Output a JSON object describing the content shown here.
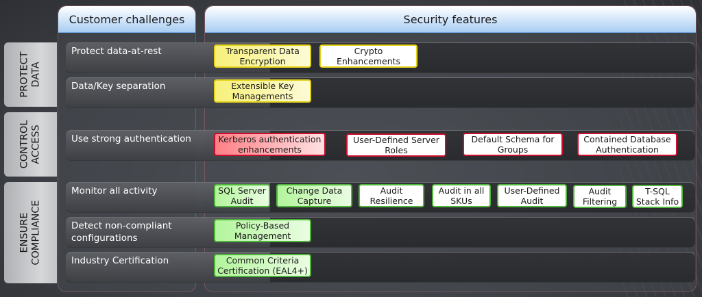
{
  "headers": {
    "left": "Customer challenges",
    "right": "Security features"
  },
  "categories": [
    {
      "label": "PROTECT\nDATA"
    },
    {
      "label": "CONTROL\nACCESS"
    },
    {
      "label": "ENSURE\nCOMPLIANCE"
    }
  ],
  "rows": [
    {
      "challenge": "Protect data-at-rest",
      "features": [
        {
          "label": "Transparent Data\nEncryption",
          "style": "yellow-filled"
        },
        {
          "label": "Crypto\nEnhancements",
          "style": "yellow-outline"
        }
      ]
    },
    {
      "challenge": "Data/Key separation",
      "features": [
        {
          "label": "Extensible Key\nManagements",
          "style": "yellow-filled"
        }
      ]
    },
    {
      "challenge": "Use strong authentication",
      "features": [
        {
          "label": "Kerberos authentication\nenhancements",
          "style": "red-filled"
        },
        {
          "label": "User-Defined Server\nRoles",
          "style": "red-outline"
        },
        {
          "label": "Default Schema for\nGroups",
          "style": "red-outline"
        },
        {
          "label": "Contained Database\nAuthentication",
          "style": "red-outline"
        }
      ]
    },
    {
      "challenge": "Monitor all activity",
      "features": [
        {
          "label": "SQL Server\nAudit",
          "style": "green-filled"
        },
        {
          "label": "Change Data\nCapture",
          "style": "green-filled"
        },
        {
          "label": "Audit\nResilience",
          "style": "green-outline"
        },
        {
          "label": "Audit in all\nSKUs",
          "style": "green-outline"
        },
        {
          "label": "User-Defined\nAudit",
          "style": "green-outline"
        },
        {
          "label": "Audit\nFiltering",
          "style": "green-outline"
        },
        {
          "label": "T-SQL\nStack Info",
          "style": "green-outline"
        }
      ]
    },
    {
      "challenge": "Detect non-compliant\nconfigurations",
      "features": [
        {
          "label": "Policy-Based\nManagement",
          "style": "green-filled"
        }
      ]
    },
    {
      "challenge": "Industry Certification",
      "features": [
        {
          "label": "Common Criteria\nCertification (EAL4+)",
          "style": "green-filled"
        }
      ]
    }
  ],
  "colors": {
    "header_blue": "#a8cdf2",
    "protect_yellow": "#e3d31a",
    "access_red": "#c8102e",
    "compliance_green": "#4fb53a"
  }
}
